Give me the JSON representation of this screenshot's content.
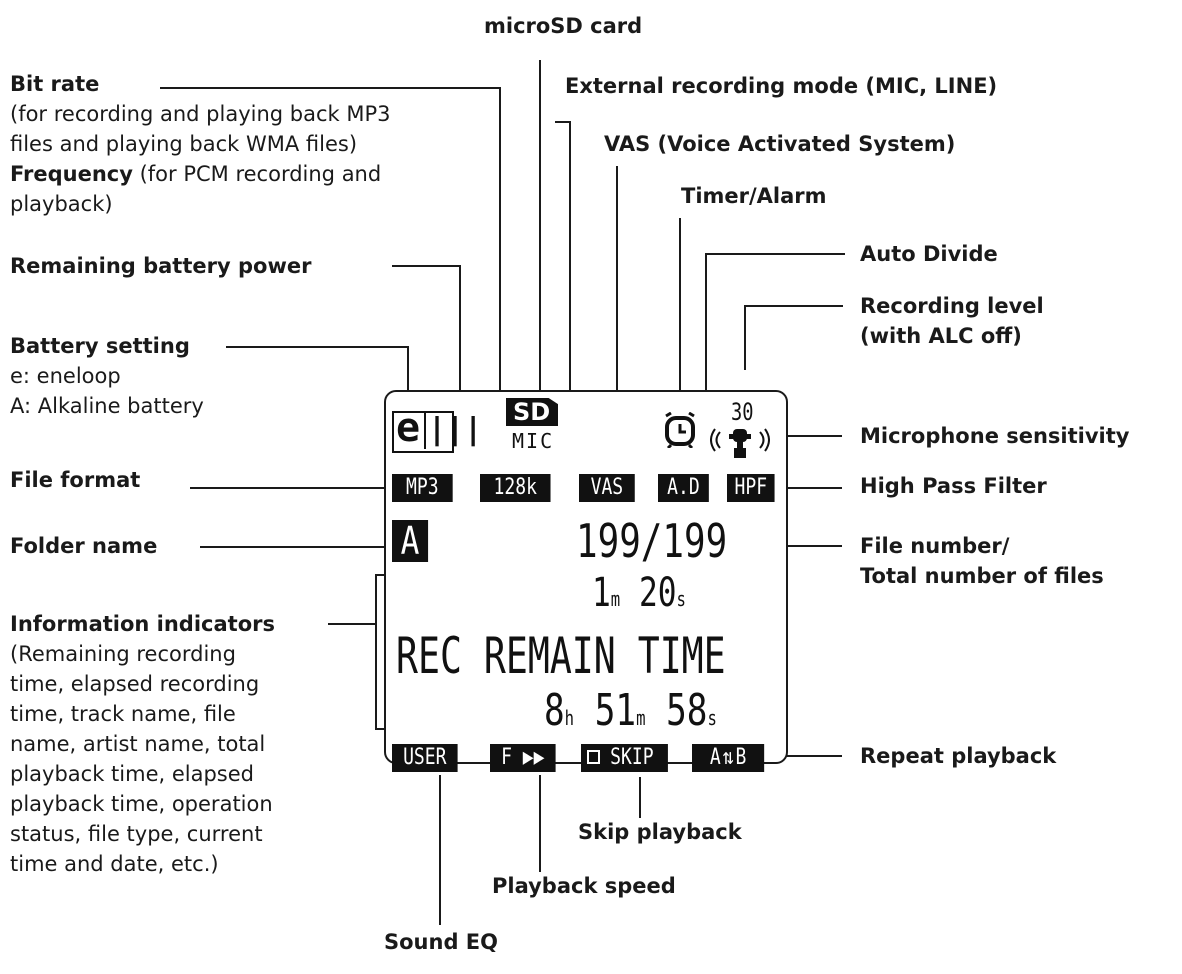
{
  "labels": {
    "microsd": "microSD card",
    "bit_rate_title": "Bit rate",
    "bit_rate_desc1": "(for recording and playing back MP3",
    "bit_rate_desc2": "files and playing back WMA files)",
    "frequency_title": "Frequency",
    "frequency_desc1": " (for PCM recording and",
    "frequency_desc2": "playback)",
    "external_mode": "External recording mode (MIC, LINE)",
    "vas": "VAS (Voice Activated System)",
    "timer": "Timer/Alarm",
    "remaining_battery": "Remaining battery power",
    "auto_divide": "Auto Divide",
    "rec_level_1": "Recording level",
    "rec_level_2": "(with ALC off)",
    "battery_setting": "Battery setting",
    "battery_e": "e: eneloop",
    "battery_a": "A: Alkaline battery",
    "mic_sensitivity": "Microphone sensitivity",
    "file_format": "File format",
    "hpf": "High Pass Filter",
    "folder_name": "Folder name",
    "file_number_1": "File number/",
    "file_number_2": "Total number of files",
    "info_title": "Information indicators",
    "info_desc": [
      "(Remaining recording",
      "time, elapsed recording",
      "time, track name, file",
      "name, artist name, total",
      "playback time, elapsed",
      "playback time, operation",
      "status, file type, current",
      "time and date, etc.)"
    ],
    "repeat": "Repeat playback",
    "skip": "Skip playback",
    "speed": "Playback speed",
    "sound_eq": "Sound EQ"
  },
  "display": {
    "battery_setting": "e",
    "battery_bars": "|||",
    "card": "SD",
    "input_mode": "MIC",
    "rec_level": "30",
    "format": "MP3",
    "bitrate": "128k",
    "vas": "VAS",
    "auto_divide": "A.D",
    "hpf": "HPF",
    "folder": "A",
    "file_count": "199/199",
    "elapsed_min": "1",
    "elapsed_sec": "20",
    "unit_m": "m",
    "unit_s": "s",
    "unit_h": "h",
    "info_line": "REC REMAIN TIME",
    "remain_h": "8",
    "remain_m": "51",
    "remain_s": "58",
    "eq": "USER",
    "speed": "F ▶▶",
    "skip": "SKIP",
    "repeat_a": "A",
    "repeat_b": "B"
  }
}
